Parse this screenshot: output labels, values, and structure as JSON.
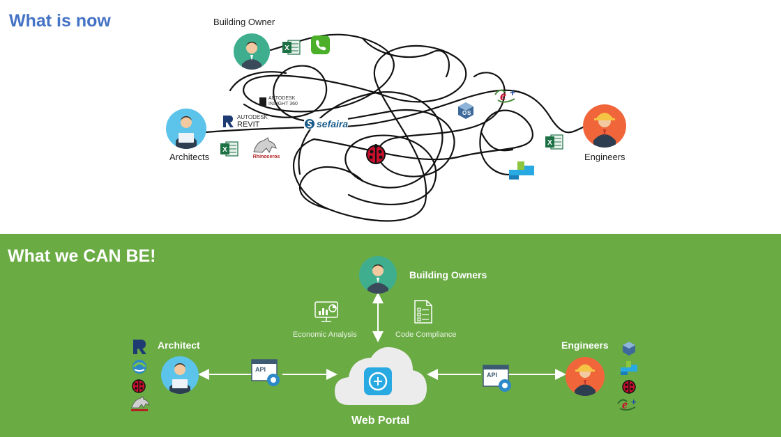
{
  "top": {
    "title": "What is now",
    "actors": {
      "building_owner": "Building Owner",
      "architects": "Architects",
      "engineers": "Engineers"
    },
    "tools": {
      "insight_line1": "AUTODESK",
      "insight_line2": "INSIGHT 360",
      "revit_line1": "AUTODESK",
      "revit_line2": "REVIT",
      "sefaira": "sefaira",
      "rhino": "Rhinoceros"
    }
  },
  "bottom": {
    "title": "What we CAN BE!",
    "actors": {
      "building_owners": "Building Owners",
      "architect": "Architect",
      "engineers": "Engineers"
    },
    "portal_label": "Web Portal",
    "economic_analysis": "Economic Analysis",
    "code_compliance": "Code Compliance",
    "api_left": "API",
    "api_right": "API"
  },
  "colors": {
    "title_blue": "#4472c4",
    "green_bg": "#6aab44",
    "owner_teal": "#3fae8f",
    "architect_blue": "#5cc3ea",
    "engineer_orange": "#f0663a"
  }
}
